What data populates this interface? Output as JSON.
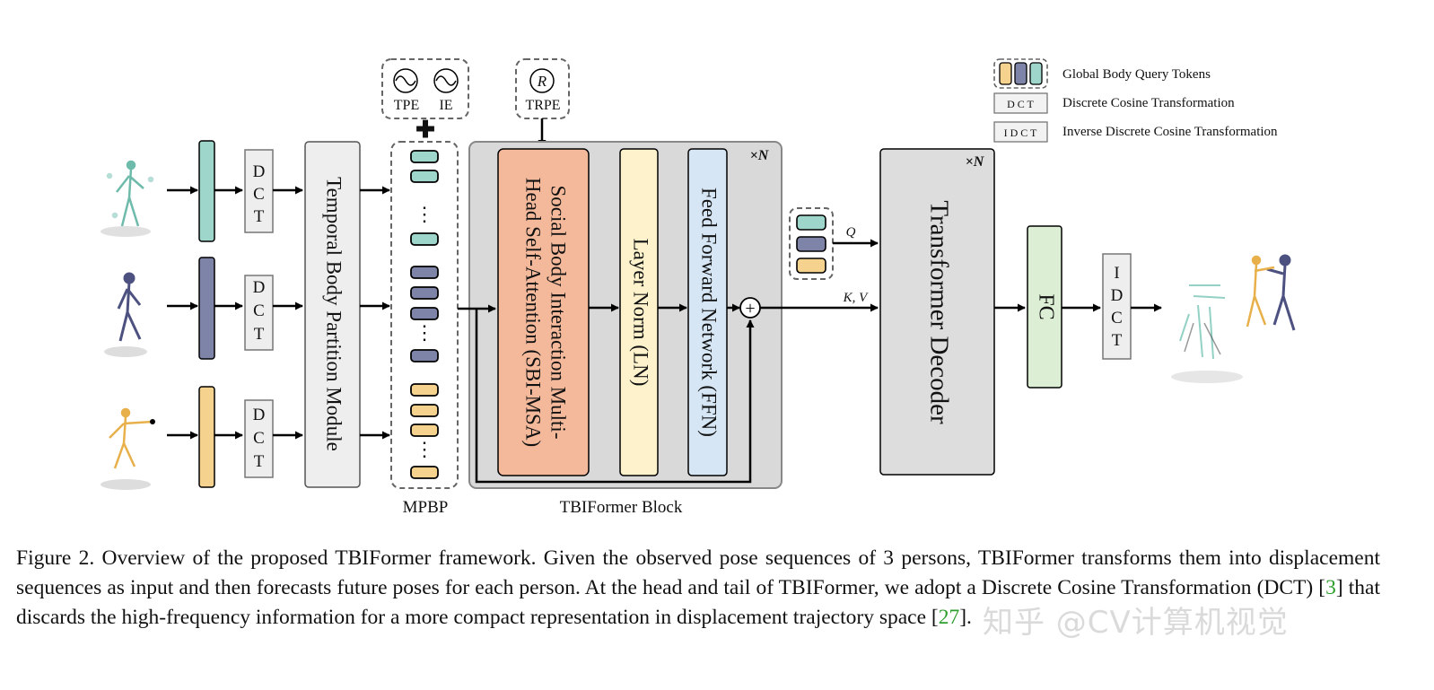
{
  "figure": {
    "pe_labels": {
      "tpe": "TPE",
      "ie": "IE",
      "trpe": "TRPE",
      "r_symbol": "R"
    },
    "dct_label": "D C T",
    "idct_label": "I D C T",
    "temporal_module": "Temporal Body Partition Module",
    "mpbp_label": "MPBP",
    "sbi_msa": [
      "Social Body Interaction Multi-",
      "Head Self-Attention (SBI-MSA)"
    ],
    "layer_norm": "Layer Norm (LN)",
    "ffn": "Feed Forward Network (FFN)",
    "repeat_n": "×N",
    "tbiformer_block": "TBIFormer Block",
    "q_label": "Q",
    "kv_label": "K, V",
    "decoder": "Transformer Decoder",
    "fc": "FC",
    "plus": "+",
    "dots": "⋮",
    "legend": {
      "tokens": "Global Body Query Tokens",
      "dct_box": "D C T",
      "dct": "Discrete Cosine Transformation",
      "idct_box": "I D C T",
      "idct": "Inverse Discrete Cosine Transformation"
    },
    "colors": {
      "teal": "#9fd6cc",
      "slate": "#7e83a8",
      "yellow": "#f5d38f",
      "salmon": "#f4b99b",
      "cream": "#fdf2cc",
      "lightblue": "#d6e6f5",
      "gray": "#e5e5e5",
      "block_gray": "#d9d9d9",
      "green": "#dcefd4",
      "citation_green": "#2e9e2e"
    }
  },
  "caption": {
    "part1": "Figure 2.  Overview of the proposed TBIFormer framework.  Given the observed pose sequences of 3 persons, TBIFormer transforms them into displacement sequences as input and then forecasts future poses for each person. At the head and tail of TBIFormer, we adopt a Discrete Cosine Transformation (DCT) [",
    "cite1": "3",
    "part2": "] that discards the high-frequency information for a more compact representation in displacement trajectory space [",
    "cite2": "27",
    "part3": "]."
  },
  "watermark": "知乎 @CV计算机视觉"
}
